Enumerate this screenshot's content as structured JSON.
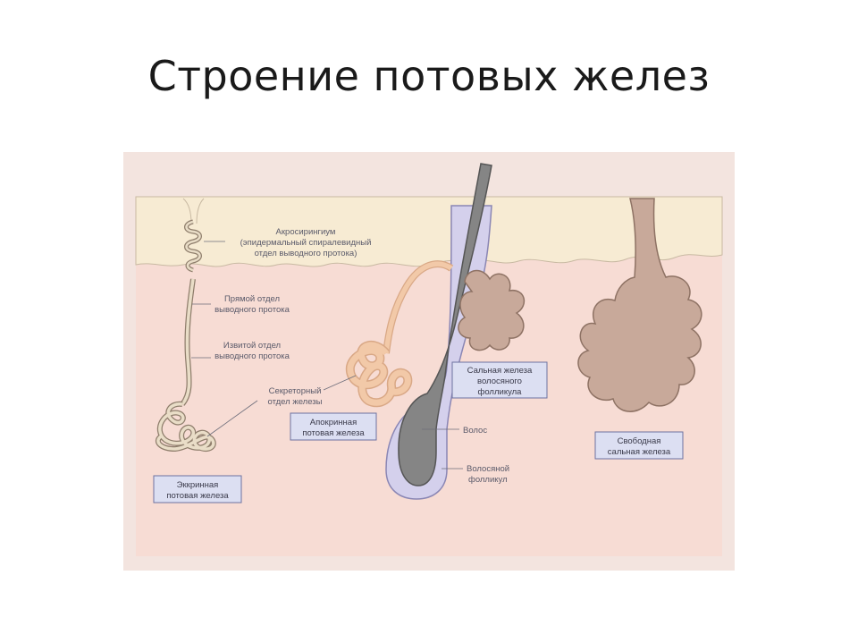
{
  "title": "Строение потовых желез",
  "colors": {
    "background": "#ffffff",
    "panel": "#f3e4df",
    "epidermis": "#f7ebd3",
    "dermis": "#f7dcd4",
    "gland_tan": "#c8a99a",
    "apocrine": "#f2c9a8",
    "hair": "#858585",
    "follicle": "#d4d0ec",
    "label_box": "#dcdff2"
  },
  "labels": {
    "acrosyringium_1": "Акросирингиум",
    "acrosyringium_2": "(эпидермальный спиралевидный",
    "acrosyringium_3": "отдел выводного протока)",
    "straight_duct_1": "Прямой отдел",
    "straight_duct_2": "выводного протока",
    "coiled_duct_1": "Извитой отдел",
    "coiled_duct_2": "выводного протока",
    "secretory_1": "Секреторный",
    "secretory_2": "отдел железы",
    "hair": "Волос",
    "follicle_1": "Волосяной",
    "follicle_2": "фолликул"
  },
  "boxes": {
    "eccrine_1": "Эккринная",
    "eccrine_2": "потовая железа",
    "apocrine_1": "Апокринная",
    "apocrine_2": "потовая железа",
    "sebaceous_1": "Сальная железа",
    "sebaceous_2": "волосяного",
    "sebaceous_3": "фолликула",
    "free_sebaceous_1": "Свободная",
    "free_sebaceous_2": "сальная железа"
  }
}
